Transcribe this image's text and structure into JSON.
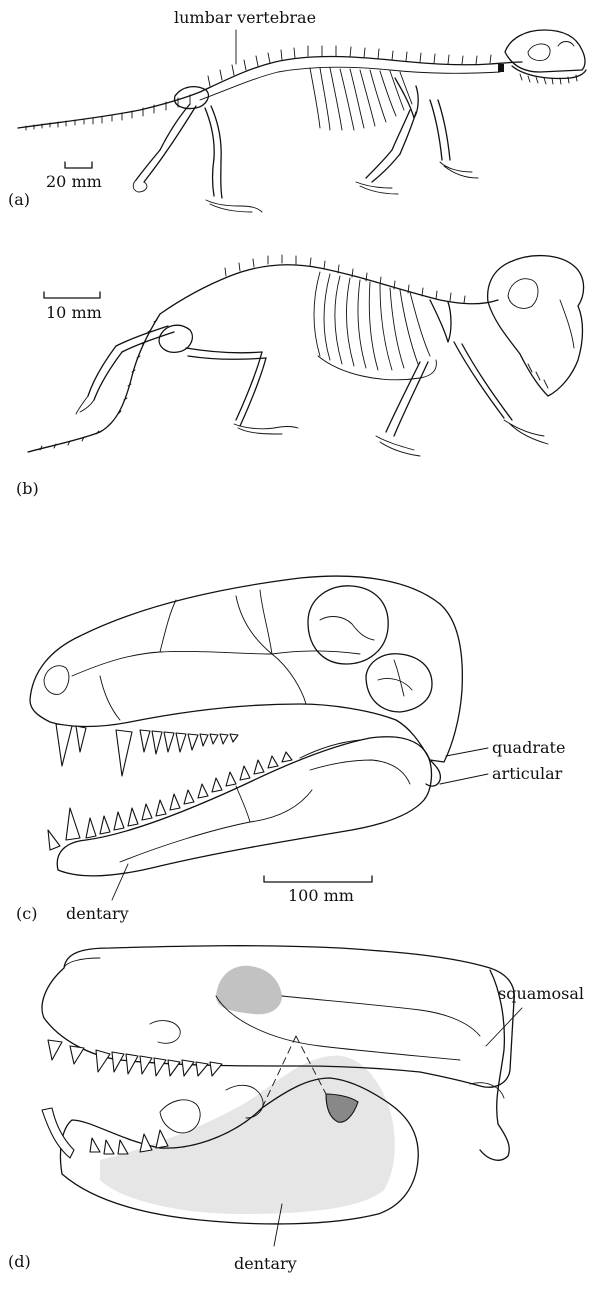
{
  "panels": {
    "a": {
      "tag": "(a)",
      "scale_label": "20 mm",
      "callouts": [
        "lumbar vertebrae"
      ]
    },
    "b": {
      "tag": "(b)",
      "scale_label": "10 mm"
    },
    "c": {
      "tag": "(c)",
      "scale_label": "100 mm",
      "callouts": [
        "quadrate",
        "articular",
        "dentary"
      ]
    },
    "d": {
      "tag": "(d)",
      "callouts": [
        "squamosal",
        "dentary"
      ]
    }
  },
  "colors": {
    "line": "#111111",
    "stipple": "#777777",
    "fill_dark": "#888888"
  }
}
